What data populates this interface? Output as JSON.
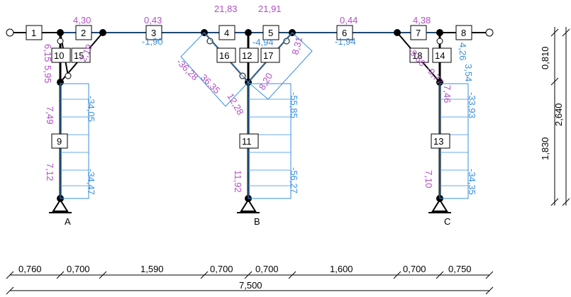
{
  "members": [
    "1",
    "2",
    "3",
    "4",
    "5",
    "6",
    "7",
    "8",
    "9",
    "10",
    "11",
    "12",
    "13",
    "14",
    "15",
    "16",
    "17",
    "18"
  ],
  "supports": [
    "A",
    "B",
    "C"
  ],
  "moments_top": [
    "4,30",
    "0,43",
    "21,83",
    "21,91",
    "0,44",
    "4,38"
  ],
  "normals_top": [
    "-1,90",
    "-1,94"
  ],
  "col_moments": [
    "7,49",
    "7,12",
    "11,92",
    "7,10",
    "-9,60",
    "-9,77",
    "7,46"
  ],
  "col_normals": [
    "-34,05",
    "-34,47",
    "-55,85",
    "-56,27",
    "-33,93",
    "-34,35"
  ],
  "misc": [
    "6,15",
    "5,95",
    "2,19",
    "8,31",
    "8,20",
    "12,28",
    "-36,28",
    "36,35",
    "-4,94",
    "3,54",
    "4,26"
  ],
  "dims_h": [
    "0,760",
    "0,700",
    "1,590",
    "0,700",
    "0,700",
    "1,600",
    "0,700",
    "0,750"
  ],
  "dim_total": "7,500",
  "dims_v": [
    "0,810",
    "2,640",
    "1,830"
  ]
}
